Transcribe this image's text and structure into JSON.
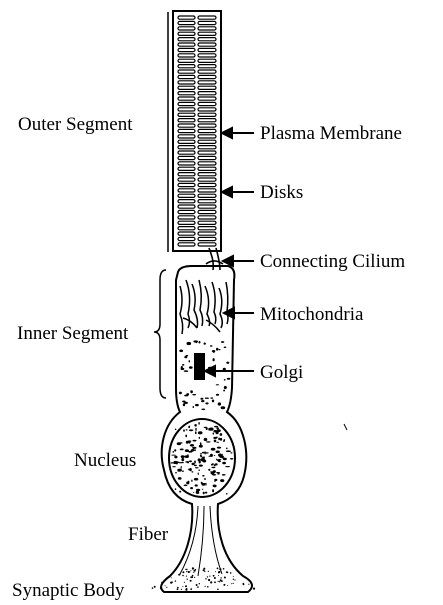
{
  "labels": {
    "outer_segment": "Outer Segment",
    "plasma_membrane": "Plasma Membrane",
    "disks": "Disks",
    "connecting_cilium": "Connecting Cilium",
    "mitochondria": "Mitochondria",
    "inner_segment": "Inner Segment",
    "golgi": "Golgi",
    "nucleus": "Nucleus",
    "fiber": "Fiber",
    "synaptic_body": "Synaptic Body"
  },
  "colors": {
    "ink": "#000000",
    "background": "#ffffff"
  }
}
